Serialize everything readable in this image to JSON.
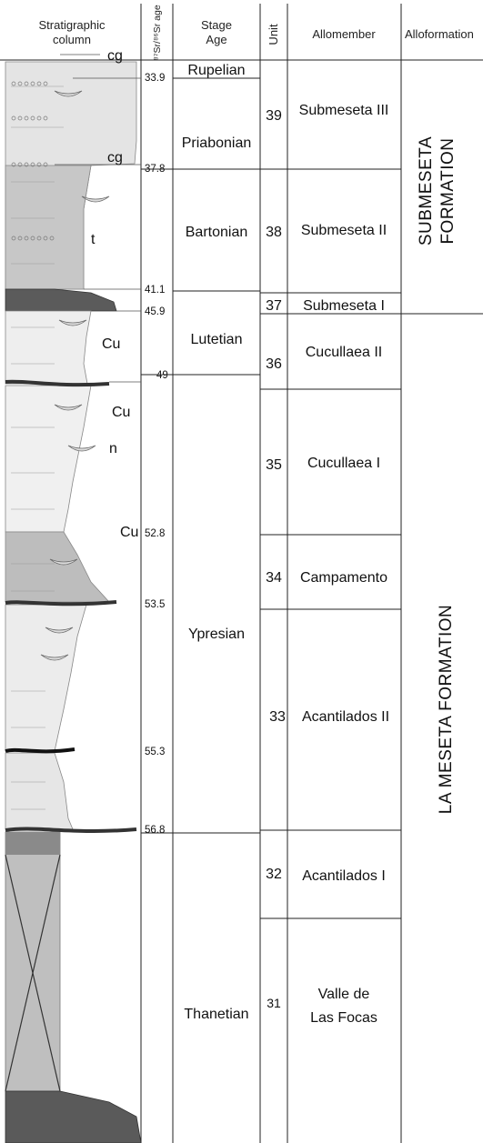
{
  "headers": {
    "stratigraphic_column": [
      "Stratigraphic",
      "column"
    ],
    "sr_age": "⁸⁷Sr/⁸⁶Sr age",
    "stage_age": [
      "Stage",
      "Age"
    ],
    "unit": "Unit",
    "allomember": "Allomember",
    "alloformation": "Alloformation"
  },
  "ages": [
    "33.9",
    "37.8",
    "41.1",
    "45.9",
    "49",
    "52.8",
    "53.5",
    "55.3",
    "56.8"
  ],
  "stages": [
    "Rupelian",
    "Priabonian",
    "Bartonian",
    "Lutetian",
    "Ypresian",
    "Thanetian"
  ],
  "units": [
    {
      "unit": "39",
      "allomember": "Submeseta III"
    },
    {
      "unit": "38",
      "allomember": "Submeseta II"
    },
    {
      "unit": "37",
      "allomember": "Submeseta I"
    },
    {
      "unit": "36",
      "allomember": "Cucullaea II"
    },
    {
      "unit": "35",
      "allomember": "Cucullaea I"
    },
    {
      "unit": "34",
      "allomember": "Campamento"
    },
    {
      "unit": "33",
      "allomember": "Acantilados II"
    },
    {
      "unit": "32",
      "allomember": "Acantilados I"
    },
    {
      "unit": "31",
      "allomember": [
        "Valle de",
        "Las Focas"
      ]
    }
  ],
  "formations": [
    {
      "name": [
        "SUBMESETA",
        "FORMATION"
      ]
    },
    {
      "name": [
        "LA MESETA FORMATION"
      ]
    }
  ],
  "column_labels": [
    "cg",
    "cg",
    "t",
    "Cu",
    "Cu",
    "n",
    "Cu"
  ],
  "colors": {
    "light_fill": "#e9e9e9",
    "mid_fill": "#c3c3c3",
    "dark_fill": "#5a5a5a",
    "line": "#222222"
  }
}
